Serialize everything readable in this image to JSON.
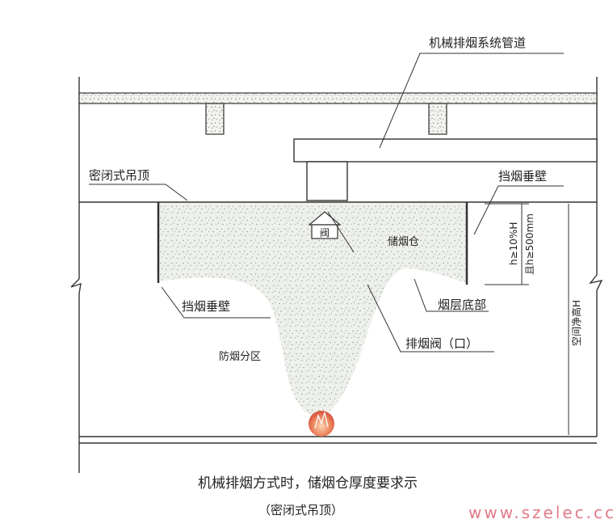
{
  "labels": {
    "duct": "机械排烟系统管道",
    "ceiling": "密闭式吊顶",
    "smoke_wall_right": "挡烟垂壁",
    "smoke_wall_left": "挡烟垂壁",
    "smoke_reservoir": "储烟仓",
    "valve_mark": "阀",
    "smoke_layer_bottom": "烟层底部",
    "smoke_zone": "防烟分区",
    "exhaust_valve": "排烟阀（口）",
    "dim_1": "h≥10%H",
    "dim_2": "且h≥500mm",
    "clear_height": "空间净高H"
  },
  "caption": {
    "line1": "机械排烟方式时，储烟仓厚度要求示",
    "line2": "（密闭式吊顶）"
  },
  "watermark": "www.szelec.cc",
  "colors": {
    "line": "#333333",
    "smoke_fill": "#eef0ec",
    "fire": "#e8765a",
    "watermark": "#e07a86"
  }
}
